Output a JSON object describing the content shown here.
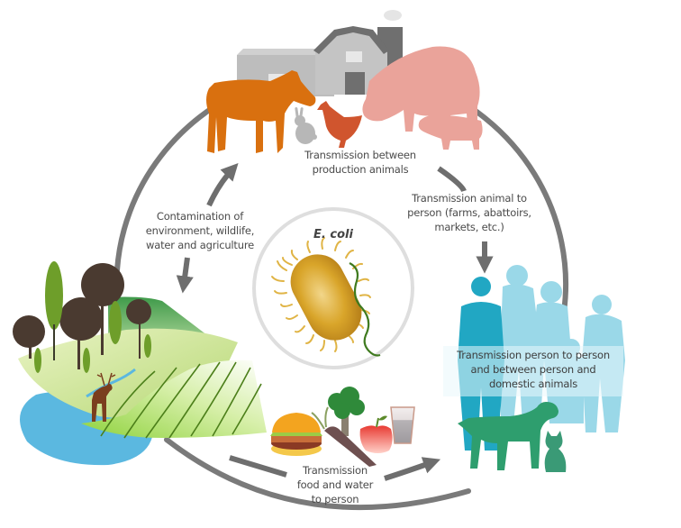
{
  "diagram": {
    "center": {
      "title": "E. coli",
      "icon": "bacterium-icon"
    },
    "nodes": [
      {
        "id": "production-animals",
        "icon": "farm-animals-icon",
        "label": [
          "Transmission between",
          "production animals"
        ]
      },
      {
        "id": "animal-to-person",
        "icon": "arrow-down-icon",
        "label": [
          "Transmission animal to",
          "person (farms, abattoirs,",
          "markets, etc.)"
        ]
      },
      {
        "id": "person-to-person",
        "icon": "people-pets-icon",
        "label": [
          "Transmission person to person",
          "and between person and",
          "domestic animals"
        ]
      },
      {
        "id": "food-water",
        "icon": "food-water-icon",
        "label": [
          "Transmission",
          "food and water",
          "to person"
        ]
      },
      {
        "id": "environment",
        "icon": "landscape-icon",
        "label": [
          "Contamination of",
          "environment, wildlife,",
          "water and agriculture"
        ]
      }
    ]
  },
  "colors": {
    "ring": "#7a7a7a",
    "arrow": "#6e6e6e",
    "cow": "#d9700f",
    "pig": "#eaa39a",
    "hen": "#d0552e",
    "rabbit": "#b7b7b7",
    "barn_light": "#bdbdbd",
    "barn_dark": "#6f6f6f",
    "people_dark": "#21a7c3",
    "people_light": "#7fd0e2",
    "dog": "#2e9e6e",
    "water": "#5bb8e0",
    "field": "#9ad64a",
    "tree_brown": "#4a3a30",
    "tree_green": "#6e9e2a",
    "bacterium": "#d6a123",
    "flagellum": "#3f7a1f",
    "text": "#4a4a4a"
  }
}
